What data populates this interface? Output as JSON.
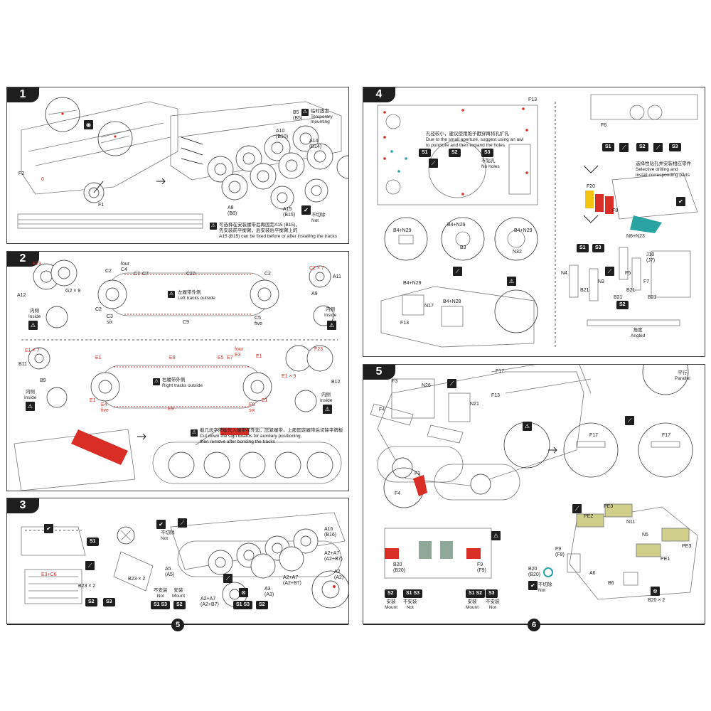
{
  "steps": {
    "s1": {
      "num": "1",
      "f2": "F2",
      "zero": "0",
      "f1": "F1",
      "b5": "B5\n(B5)",
      "temp": "临时固定\nTemporary\nmounting",
      "a10": "A10\n(B10)",
      "a14": "A14\n(B14)",
      "a8": "A8\n(B8)",
      "a15": "A15\n(B15)",
      "notcut": "不切除\nNot",
      "tip_cn": "可选择在安装履带后再固定A15 (B15)，",
      "tip_cn2": "先安装前平衡臂，后安装后平衡臂上的",
      "tip_en": "A15 (B15) can be fixed before or after installing the tracks"
    },
    "s2": {
      "num": "2",
      "f23": "F23",
      "a12": "A12",
      "g2x9": "G2 × 9",
      "inside_l": "内侧\nInside",
      "c2": "C2",
      "c4": "four\nC4",
      "c7a": "C7",
      "c7b": "C7",
      "c10": "C10",
      "c2r": "C2",
      "c2b": "C2",
      "c3": "C3\nsix",
      "c9": "C9",
      "c5": "C5\nfive",
      "left_cn": "左履带外侧",
      "left_en": "Left tracks outside",
      "c2x7": "C2 × 7",
      "a11": "A11",
      "a9": "A9",
      "inside_r": "内侧\nInside",
      "e1x7": "E1 × 7",
      "b11": "B11",
      "b9": "B9",
      "inside_l2": "内侧\nInside",
      "e1a": "E1",
      "e8": "E8",
      "e5": "E5",
      "e7": "E7",
      "e3": "four\nE3",
      "e1b": "E1",
      "right_cn": "右履带外侧",
      "right_en": "Right tracks outside",
      "e1c": "E1",
      "e4": "E4\nfive",
      "e9": "E9",
      "e6": "E6\nsix",
      "e1d": "E1",
      "f23b": "F23",
      "e1x9": "E1 × 9",
      "b12": "B12",
      "inside_r2": "内侧\nInside",
      "cut_cn": "截几段字牌板先入履带布外边，压紧履带，上股固定履带后切除字牌板",
      "cut_en1": "Cut down the sign boards for auxiliary positioning,",
      "cut_en2": "then remove after bonding the tracks"
    },
    "s3": {
      "num": "3",
      "s1": "S1",
      "e3c6": "E3+C6",
      "b23x2": "B23 × 2",
      "s2": "S2",
      "s3": "S3",
      "notcut": "不切除\nNot",
      "b23x2b": "B23 × 2",
      "a5": "A5\n(A5)",
      "noinstall": "不安装\nNot",
      "mount": "安装\nMount",
      "s1s3": "S1 S3",
      "s2b": "S2",
      "a16": "A16\n(B16)",
      "a2a7": "A2+A7\n(A2+B7)",
      "a2a7b": "A2+A7\n(A2+B7)",
      "a2a7c": "A2+A7\n(A2+B7)",
      "a3": "A3\n(A3)",
      "a2": "A2\n(A2)",
      "s1s3b": "S1 S3",
      "s2c": "S2"
    },
    "s4": {
      "num": "4",
      "f13": "F13",
      "hole_cn": "孔径较小，建议使用锥子戳穿再将孔扩孔",
      "hole_en1": "Due to the small aperture, suggest using an awl",
      "hole_en2": "to puncture and then expand the holes",
      "s1": "S1",
      "s2": "S2",
      "s3": "S3",
      "noholes": "不钻孔\nNo holes",
      "b4n29": "B4+N29",
      "b4n29b": "B4+N29",
      "b3": "B3",
      "b4n29c": "B4+N29",
      "n32": "N32",
      "b4n29d": "B4+N29",
      "n17": "N17",
      "b4n28": "B4+N28",
      "f13b": "F13",
      "f6": "F6",
      "sel_cn": "选择性钻孔并安装相应零件",
      "sel_en1": "Selective drilling and",
      "sel_en2": "install corresponding parts",
      "f20": "F20",
      "f8": "F8",
      "n6n23": "N6+N23",
      "s1b": "S1",
      "s3b": "S3",
      "n4": "N4",
      "n3": "N3",
      "b21a": "B21",
      "f5": "F5",
      "j10": "J10\n(J7)",
      "f7": "F7",
      "b21b": "B21",
      "b21c": "B21",
      "b21d": "B21",
      "s2b": "S2",
      "angled": "角度\nAngled"
    },
    "s5": {
      "num": "5",
      "parallel": "平行\nParallel",
      "f3": "F3",
      "n26": "N26",
      "f17": "F17",
      "f13": "F13",
      "n21": "N21",
      "f4": "F4",
      "f3b": "F3",
      "f4b": "F4",
      "f17b": "F17",
      "f17c": "F17",
      "b20": "B20\n(B20)",
      "f9": "F9\n(F9)",
      "s2": "S2",
      "s1s3": "S1 S3",
      "s1s2": "S1 S2",
      "s3": "S3",
      "mount": "安装\nMount",
      "noinst": "不安装\nNot",
      "mount2": "安装\nMount",
      "noinst2": "不安装\nNot",
      "b20b": "B20\n(B20)",
      "notcut": "不切除\nNot",
      "pe3": "PE3",
      "pe2": "PE2",
      "n11": "N11",
      "n5": "N5",
      "pe3b": "PE3",
      "f9b": "F9\n(F9)",
      "a6": "A6",
      "b6": "B6",
      "pe1": "PE1",
      "b20x2": "B20 × 2"
    }
  },
  "pages": {
    "left": "5",
    "right": "6"
  },
  "colors": {
    "accent": "#d92e26",
    "ink": "#1e1e1e",
    "teal": "#2aa3a3",
    "yellow": "#f2c40f",
    "pe": "#cfcf8a"
  },
  "icons": [
    "check-icon",
    "cut-icon",
    "warning-icon",
    "crossed-circle-icon",
    "arrow-right-icon",
    "arrow-down-icon",
    "eye-icon"
  ]
}
